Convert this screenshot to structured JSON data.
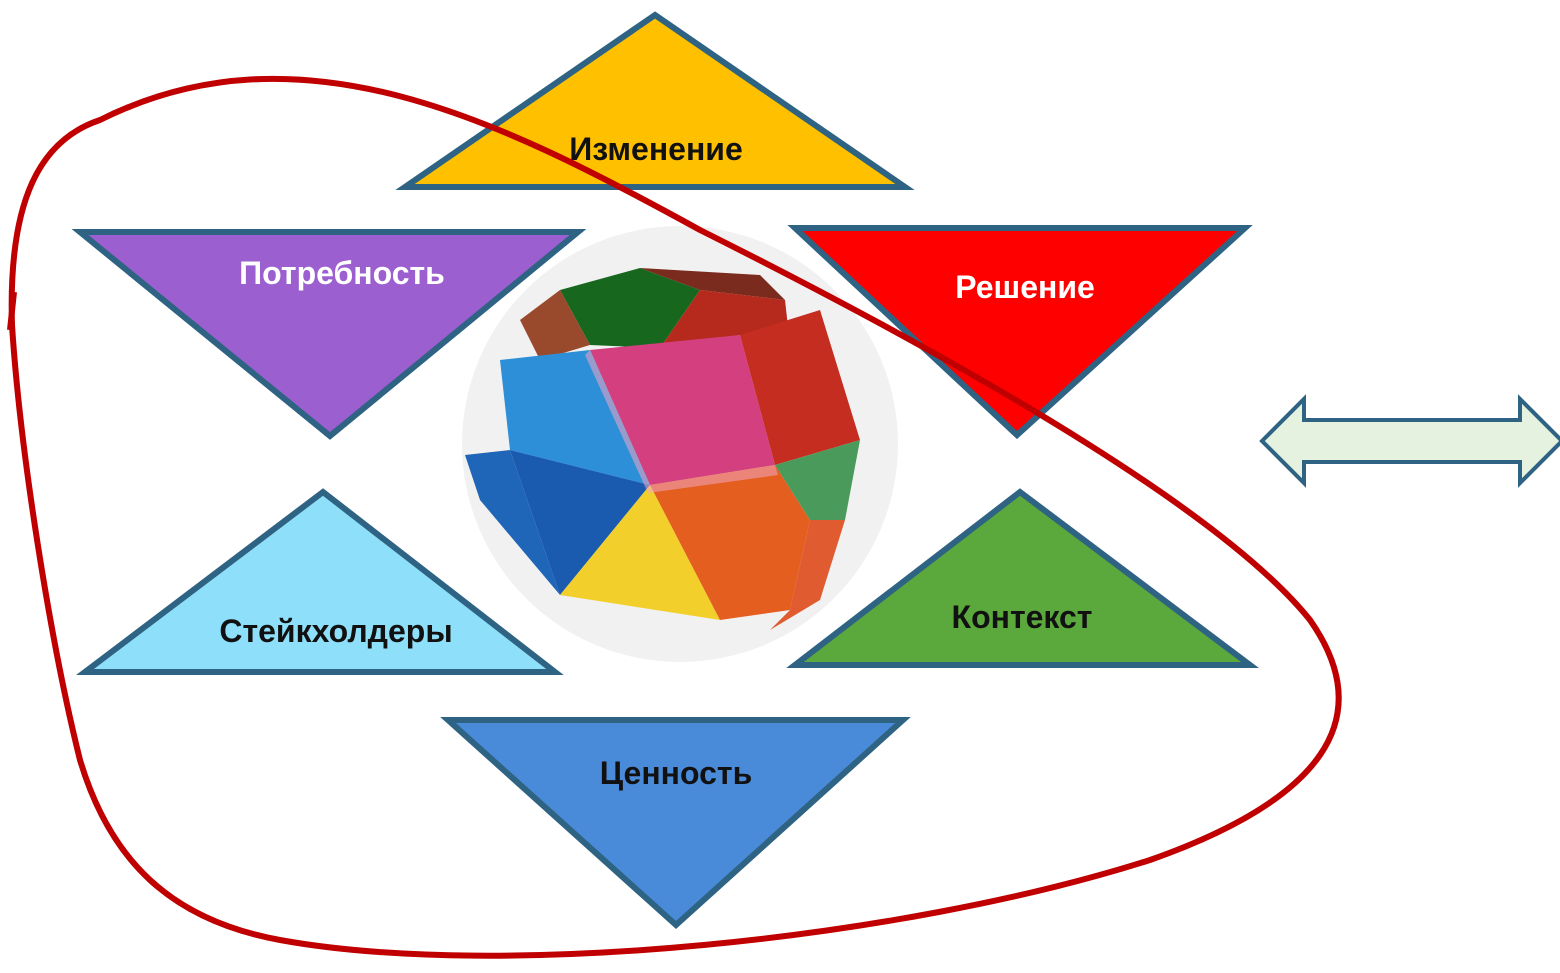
{
  "concepts": {
    "change": {
      "label": "Изменение",
      "fill": "#FFC000",
      "text_color": "#111111"
    },
    "need": {
      "label": "Потребность",
      "fill": "#9B5FD0",
      "text_color": "#FFFFFF"
    },
    "solution": {
      "label": "Решение",
      "fill": "#FF0000",
      "text_color": "#FFFFFF"
    },
    "stakeholders": {
      "label": "Стейкхолдеры",
      "fill": "#8EE0FA",
      "text_color": "#111111"
    },
    "context": {
      "label": "Контекст",
      "fill": "#5BA83C",
      "text_color": "#111111"
    },
    "value": {
      "label": "Ценность",
      "fill": "#4A8BD9",
      "text_color": "#111111"
    }
  },
  "style": {
    "triangle_stroke": "#2E6383",
    "loop_color": "#C00000",
    "arrow_fill": "#E6F2E0",
    "arrow_stroke": "#2E6383"
  },
  "icons": {
    "center": "origami-polyhedron",
    "right": "double-headed-arrow"
  }
}
